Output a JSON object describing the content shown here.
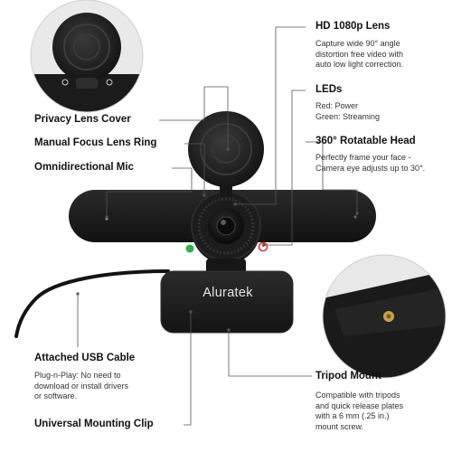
{
  "features": {
    "hd_lens": {
      "title": "HD 1080p Lens",
      "lines": [
        "Capture wide 90° angle",
        "distortion free video with",
        "auto low light correction."
      ]
    },
    "leds": {
      "title": "LEDs",
      "lines": [
        "Red: Power",
        "Green: Streaming"
      ]
    },
    "rotatable_head": {
      "title": "360° Rotatable Head",
      "lines": [
        "Perfectly frame your face -",
        "Camera eye adjusts up to 30°."
      ]
    },
    "privacy_cover": {
      "title": "Privacy Lens Cover"
    },
    "focus_ring": {
      "title": "Manual Focus Lens Ring"
    },
    "mic": {
      "title": "Omnidirectional Mic"
    },
    "usb_cable": {
      "title": "Attached USB Cable",
      "lines": [
        "Plug-n-Play: No need to",
        "download or install drivers",
        "or software."
      ]
    },
    "tripod_mount": {
      "title": "Tripod Mount",
      "lines": [
        "Compatible with tripods",
        "and quick release plates",
        "with a 6 mm (.25 in.)",
        "mount screw."
      ]
    },
    "mounting_clip": {
      "title": "Universal Mounting Clip"
    }
  },
  "product": {
    "brand": "Aluratek"
  },
  "colors": {
    "body": "#1c1c1c",
    "power_led": "#e0322e",
    "stream_led": "#2fb24a",
    "tripod_thread": "#c9a24a"
  }
}
